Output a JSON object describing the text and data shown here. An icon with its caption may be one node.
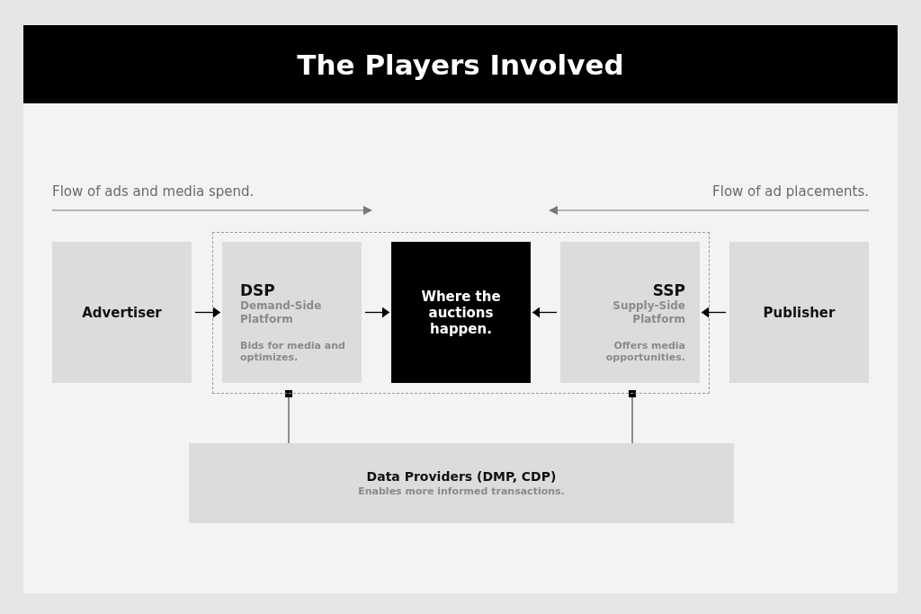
{
  "diagram": {
    "title": "The Players Involved",
    "nodes": [
      {
        "text": [],
        "shape": "box"
      },
      {
        "text": [
          "Advertiser"
        ]
      },
      {
        "text": [
          "DSP",
          "Demand-Side Platform",
          "Bids for media and optimizes."
        ],
        "in": 0
      },
      {
        "text": [
          "Where the auctions happen."
        ],
        "in": 0
      },
      {
        "text": [
          "SSP",
          "Supply-Side Platform",
          "Offers media opportunities."
        ],
        "in": 0
      },
      {
        "text": [
          "Publisher"
        ]
      },
      {
        "text": [
          "Data Providers (DMP, CDP)",
          "Enables more informed transactions."
        ]
      }
    ],
    "edges": [
      {
        "from": 1,
        "to": 2,
        "arrow": "to"
      },
      {
        "from": 2,
        "to": 3,
        "arrow": "to"
      },
      {
        "from": 4,
        "to": 3,
        "arrow": "to"
      },
      {
        "from": 5,
        "to": 4,
        "arrow": "to"
      },
      {
        "from": 6,
        "to": 0,
        "arrow": "other"
      },
      {
        "from": 6,
        "to": 0,
        "arrow": "other"
      }
    ],
    "labels": [
      "Flow of ads and media spend.",
      "Flow of ad placements."
    ]
  }
}
